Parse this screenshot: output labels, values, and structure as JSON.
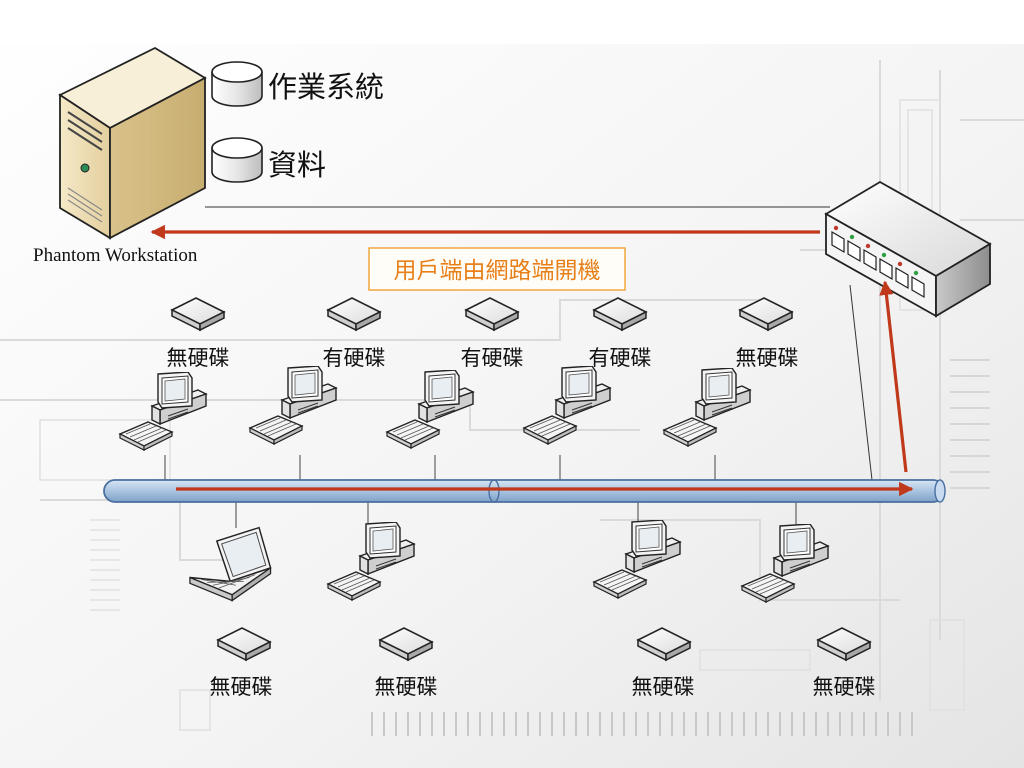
{
  "server": {
    "label": "Phantom Workstation",
    "storage": [
      {
        "label": "作業系統"
      },
      {
        "label": "資料"
      }
    ]
  },
  "callout": {
    "label": "用戶端由網路端開機"
  },
  "top_row": [
    {
      "disk_label": "無硬碟"
    },
    {
      "disk_label": "有硬碟"
    },
    {
      "disk_label": "有硬碟"
    },
    {
      "disk_label": "有硬碟"
    },
    {
      "disk_label": "無硬碟"
    }
  ],
  "bottom_row": [
    {
      "device": "laptop",
      "disk_label": "無硬碟"
    },
    {
      "device": "desktop",
      "disk_label": "無硬碟"
    },
    {
      "device": "desktop",
      "disk_label": "無硬碟"
    },
    {
      "device": "desktop",
      "disk_label": "無硬碟"
    }
  ],
  "colors": {
    "arrow": "#c0391b",
    "bus_fill": "#b8d0e8",
    "bus_stroke": "#4a6fa0",
    "callout_border": "#f0a030",
    "callout_text": "#e8801a"
  }
}
